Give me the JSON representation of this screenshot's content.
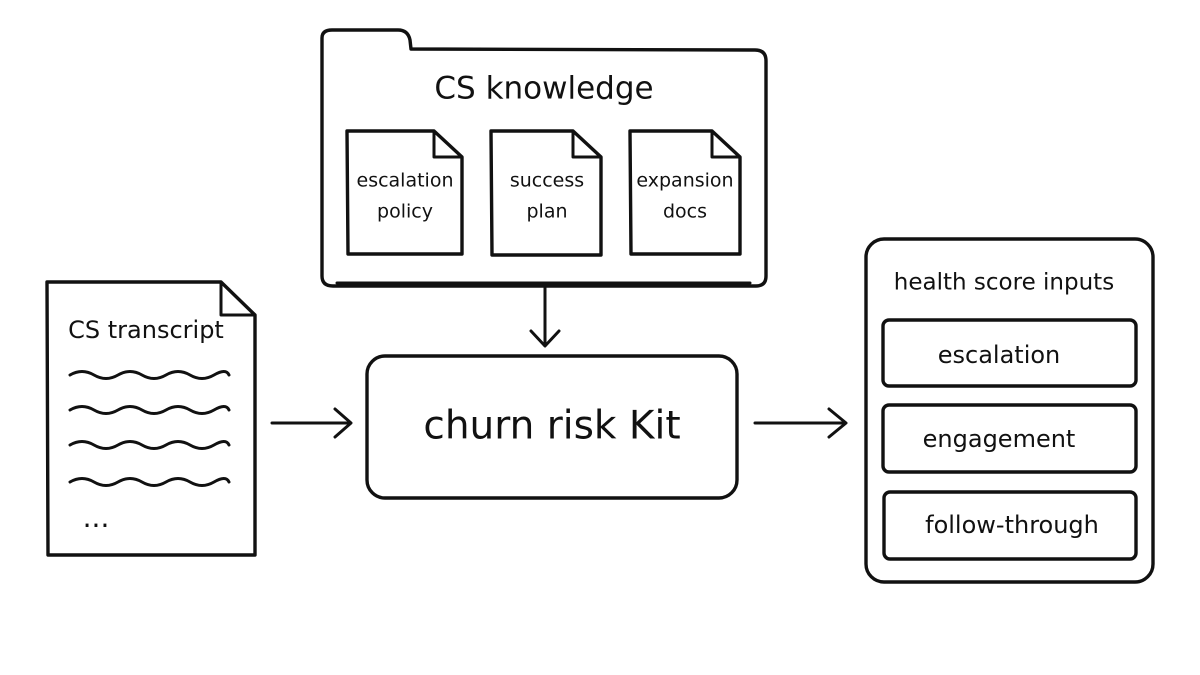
{
  "diagram": {
    "knowledge": {
      "title": "CS knowledge",
      "docs": [
        {
          "line1": "escalation",
          "line2": "policy",
          "icon": "document-icon"
        },
        {
          "line1": "success",
          "line2": "plan",
          "icon": "document-icon"
        },
        {
          "line1": "expansion",
          "line2": "docs",
          "icon": "document-icon"
        }
      ],
      "icon": "folder-icon"
    },
    "transcript": {
      "title": "CS transcript",
      "ellipsis": "...",
      "icon": "document-icon"
    },
    "kit": {
      "label": "churn risk Kit"
    },
    "health": {
      "title": "health score inputs",
      "items": [
        {
          "label": "escalation"
        },
        {
          "label": "engagement"
        },
        {
          "label": "follow-through"
        }
      ]
    },
    "arrows": [
      {
        "from": "CS knowledge",
        "to": "churn risk Kit",
        "icon": "arrow-down-icon"
      },
      {
        "from": "CS transcript",
        "to": "churn risk Kit",
        "icon": "arrow-right-icon"
      },
      {
        "from": "churn risk Kit",
        "to": "health score inputs",
        "icon": "arrow-right-icon"
      }
    ],
    "colors": {
      "stroke": "#111111",
      "background": "#ffffff"
    }
  }
}
